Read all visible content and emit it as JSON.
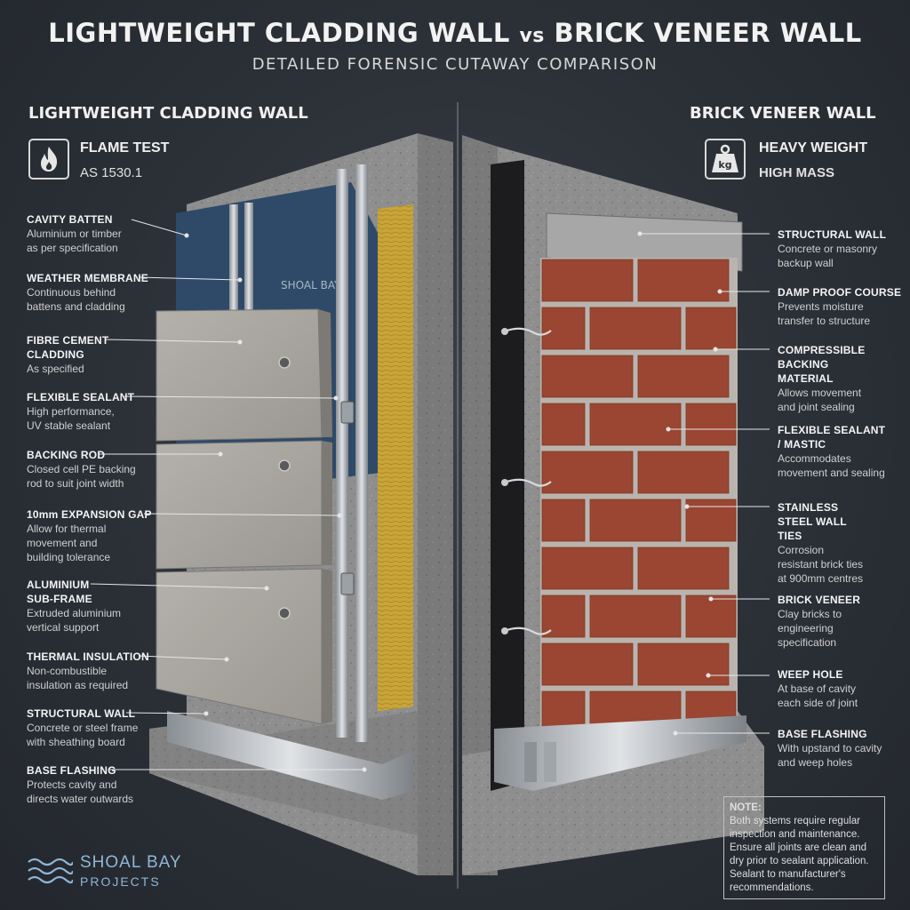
{
  "header": {
    "title_left": "LIGHTWEIGHT CLADDING WALL",
    "title_vs": "vs",
    "title_right": "BRICK VENEER WALL",
    "subtitle": "DETAILED FORENSIC CUTAWAY COMPARISON"
  },
  "left": {
    "heading": "LIGHTWEIGHT CLADDING WALL",
    "badge_icon": "flame-icon",
    "badge_title": "FLAME TEST",
    "badge_sub": "AS 1530.1",
    "membrane_print": "SHOAL BAY",
    "labels": [
      {
        "title": "CAVITY BATTEN",
        "desc": "Aluminium or timber as per specification"
      },
      {
        "title": "WEATHER MEMBRANE",
        "desc": "Continuous behind battens and cladding"
      },
      {
        "title": "FIBRE CEMENT CLADDING",
        "desc": "As specified"
      },
      {
        "title": "FLEXIBLE SEALANT",
        "desc": "High performance, UV stable sealant"
      },
      {
        "title": "BACKING ROD",
        "desc": "Closed cell PE backing rod to suit joint width"
      },
      {
        "title": "10mm EXPANSION GAP",
        "desc": "Allow for thermal movement and building tolerance"
      },
      {
        "title": "ALUMINIUM SUB-FRAME",
        "desc": "Extruded aluminium vertical support"
      },
      {
        "title": "THERMAL INSULATION",
        "desc": "Non-combustible insulation as required"
      },
      {
        "title": "STRUCTURAL WALL",
        "desc": "Concrete or steel frame with sheathing board"
      },
      {
        "title": "BASE FLASHING",
        "desc": "Protects cavity and directs water outwards"
      }
    ]
  },
  "right": {
    "heading": "BRICK VENEER WALL",
    "badge_icon": "weight-icon",
    "badge_glyph": "kg",
    "badge_title": "HEAVY WEIGHT",
    "badge_sub": "HIGH MASS",
    "labels": [
      {
        "title": "STRUCTURAL WALL",
        "desc": "Concrete or masonry backup wall"
      },
      {
        "title": "DAMP PROOF COURSE",
        "desc": "Prevents moisture transfer to structure"
      },
      {
        "title": "COMPRESSIBLE BACKING MATERIAL",
        "desc": "Allows movement and joint sealing"
      },
      {
        "title": "FLEXIBLE SEALANT / MASTIC",
        "desc": "Accommodates movement and sealing"
      },
      {
        "title": "STAINLESS STEEL WALL TIES",
        "desc": "Corrosion resistant brick ties at 900mm centres"
      },
      {
        "title": "BRICK VENEER",
        "desc": "Clay bricks to engineering specification"
      },
      {
        "title": "WEEP HOLE",
        "desc": "At base of cavity each side of joint"
      },
      {
        "title": "BASE FLASHING",
        "desc": "With upstand to cavity and weep holes"
      }
    ]
  },
  "note": {
    "title": "NOTE:",
    "text": "Both systems require regular inspection and maintenance. Ensure all joints are clean and dry prior to sealant application. Sealant to manufacturer's recommendations."
  },
  "logo": {
    "name": "SHOAL BAY",
    "sub": "PROJECTS"
  },
  "colors": {
    "brick": "#9a4632",
    "mortar": "#b9b5ae",
    "concrete": "#8c8c8c",
    "membrane": "#2f4a68",
    "insulation": "#c9a437",
    "cladding": "#a8a59f",
    "logo": "#8fb6d6"
  }
}
